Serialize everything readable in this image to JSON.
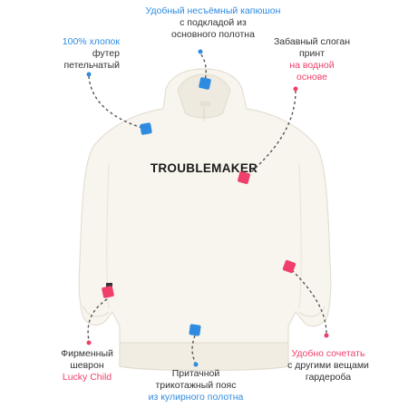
{
  "callouts": {
    "hood": {
      "line1": "Удобный несъёмный капюшон",
      "line2": "с подкладой из",
      "line3": "основного полотна"
    },
    "cotton": {
      "line1": "100% хлопок",
      "line2": "футер",
      "line3": "петельчатый"
    },
    "print": {
      "line1": "Забавный слоган",
      "line2": "принт",
      "line3": "на водной",
      "line4": "основе"
    },
    "chevron": {
      "line1": "Фирменный",
      "line2": "шеврон",
      "line3": "Lucky Child"
    },
    "waistband": {
      "line1": "Притачной",
      "line2": "трикотажный пояс",
      "line3": "из кулирного полотна"
    },
    "combine": {
      "line1": "Удобно сочетать",
      "line2": "с другими вещами",
      "line3": "гардероба"
    }
  },
  "product": {
    "slogan": "TROUBLEMAKER"
  },
  "colors": {
    "blue": "#2f8be0",
    "pink": "#ef3f6a",
    "hoodie": "#f8f5ee",
    "hoodie_shadow": "#e8e3d8"
  }
}
